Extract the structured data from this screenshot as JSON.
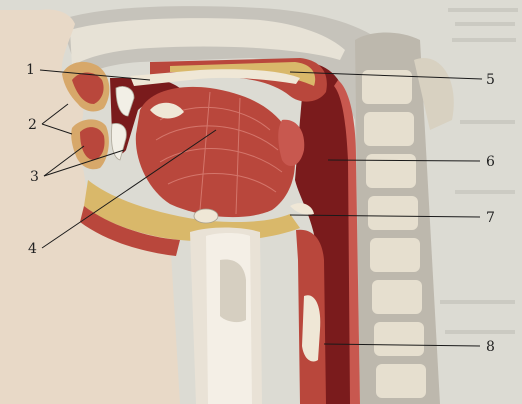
{
  "figure": {
    "labels": [
      {
        "id": "1",
        "text": "1"
      },
      {
        "id": "2",
        "text": "2"
      },
      {
        "id": "3",
        "text": "3"
      },
      {
        "id": "4",
        "text": "4"
      },
      {
        "id": "5",
        "text": "5"
      },
      {
        "id": "6",
        "text": "6"
      },
      {
        "id": "7",
        "text": "7"
      },
      {
        "id": "8",
        "text": "8"
      }
    ]
  },
  "colors": {
    "background": "#dcdbd3",
    "muscle": "#b9473c",
    "cavity_dark": "#7a1b1c",
    "fat_yellow": "#d9b86a",
    "bone": "#e4dccc",
    "skin": "#e8d9c7"
  }
}
